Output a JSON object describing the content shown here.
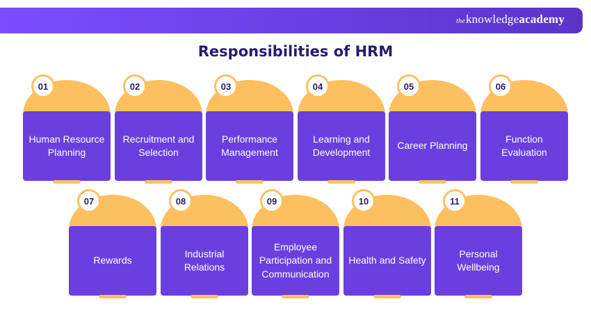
{
  "brand": {
    "prefix": "the",
    "knowledge": "knowledge",
    "academy": "academy"
  },
  "title": "Responsibilities of HRM",
  "items": [
    {
      "num": "01",
      "label": "Human Resource Planning"
    },
    {
      "num": "02",
      "label": "Recruitment and Selection"
    },
    {
      "num": "03",
      "label": "Performance Management"
    },
    {
      "num": "04",
      "label": "Learning and Development"
    },
    {
      "num": "05",
      "label": "Career Planning"
    },
    {
      "num": "06",
      "label": "Function Evaluation"
    },
    {
      "num": "07",
      "label": "Rewards"
    },
    {
      "num": "08",
      "label": "Industrial Relations"
    },
    {
      "num": "09",
      "label": "Employee Participation and Communication"
    },
    {
      "num": "10",
      "label": "Health and Safety"
    },
    {
      "num": "11",
      "label": "Personal Wellbeing"
    }
  ],
  "colors": {
    "accent": "#6b3fdf",
    "cap": "#fdc060",
    "title": "#2a1a6e"
  }
}
